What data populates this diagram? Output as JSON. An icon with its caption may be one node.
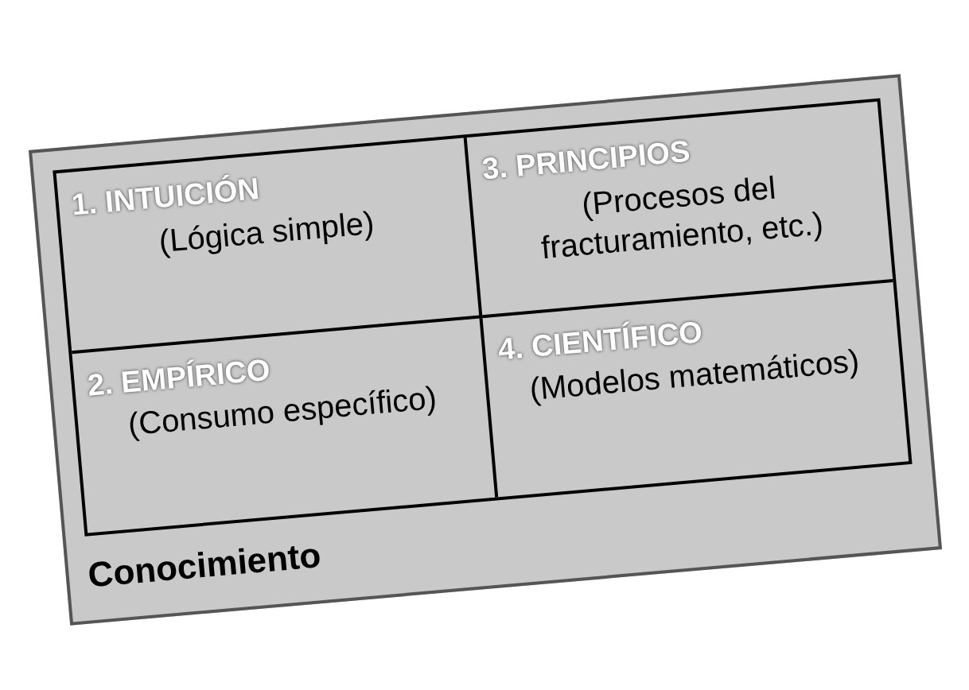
{
  "diagram": {
    "nodes": [
      {
        "text": [
          "Conocimiento"
        ]
      },
      {
        "text": [
          "1. INTUICIÓN",
          "(Lógica simple)"
        ],
        "in": 0
      },
      {
        "text": [
          "3. PRINCIPIOS",
          "(Procesos del fracturamiento, etc.)"
        ],
        "in": 0
      },
      {
        "text": [
          "2. EMPÍRICO",
          "(Consumo específico)"
        ],
        "in": 0
      },
      {
        "text": [
          "4. CIENTÍFICO",
          "(Modelos matemáticos)"
        ],
        "in": 0
      }
    ]
  }
}
